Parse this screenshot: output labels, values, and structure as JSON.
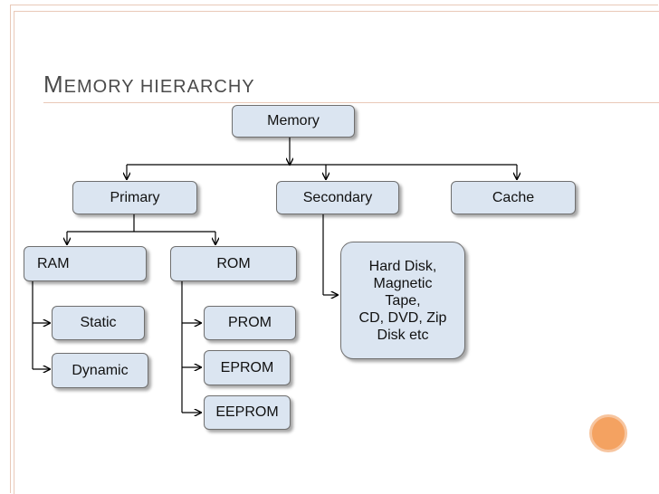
{
  "title": {
    "first_letter": "M",
    "rest": "EMORY HIERARCHY"
  },
  "nodes": {
    "memory": "Memory",
    "primary": "Primary",
    "secondary": "Secondary",
    "cache": "Cache",
    "ram": "RAM",
    "rom": "ROM",
    "static": "Static",
    "dynamic": "Dynamic",
    "prom": "PROM",
    "eprom": "EPROM",
    "eeprom": "EEPROM",
    "secondary_devices": [
      "Hard Disk,",
      "Magnetic",
      "Tape,",
      "CD, DVD, Zip",
      "Disk etc"
    ]
  },
  "colors": {
    "node_fill": "#dbe5f1",
    "node_border": "#6f6f6f",
    "accent_dot": "#f4a261",
    "frame": "#e9c9b8"
  }
}
